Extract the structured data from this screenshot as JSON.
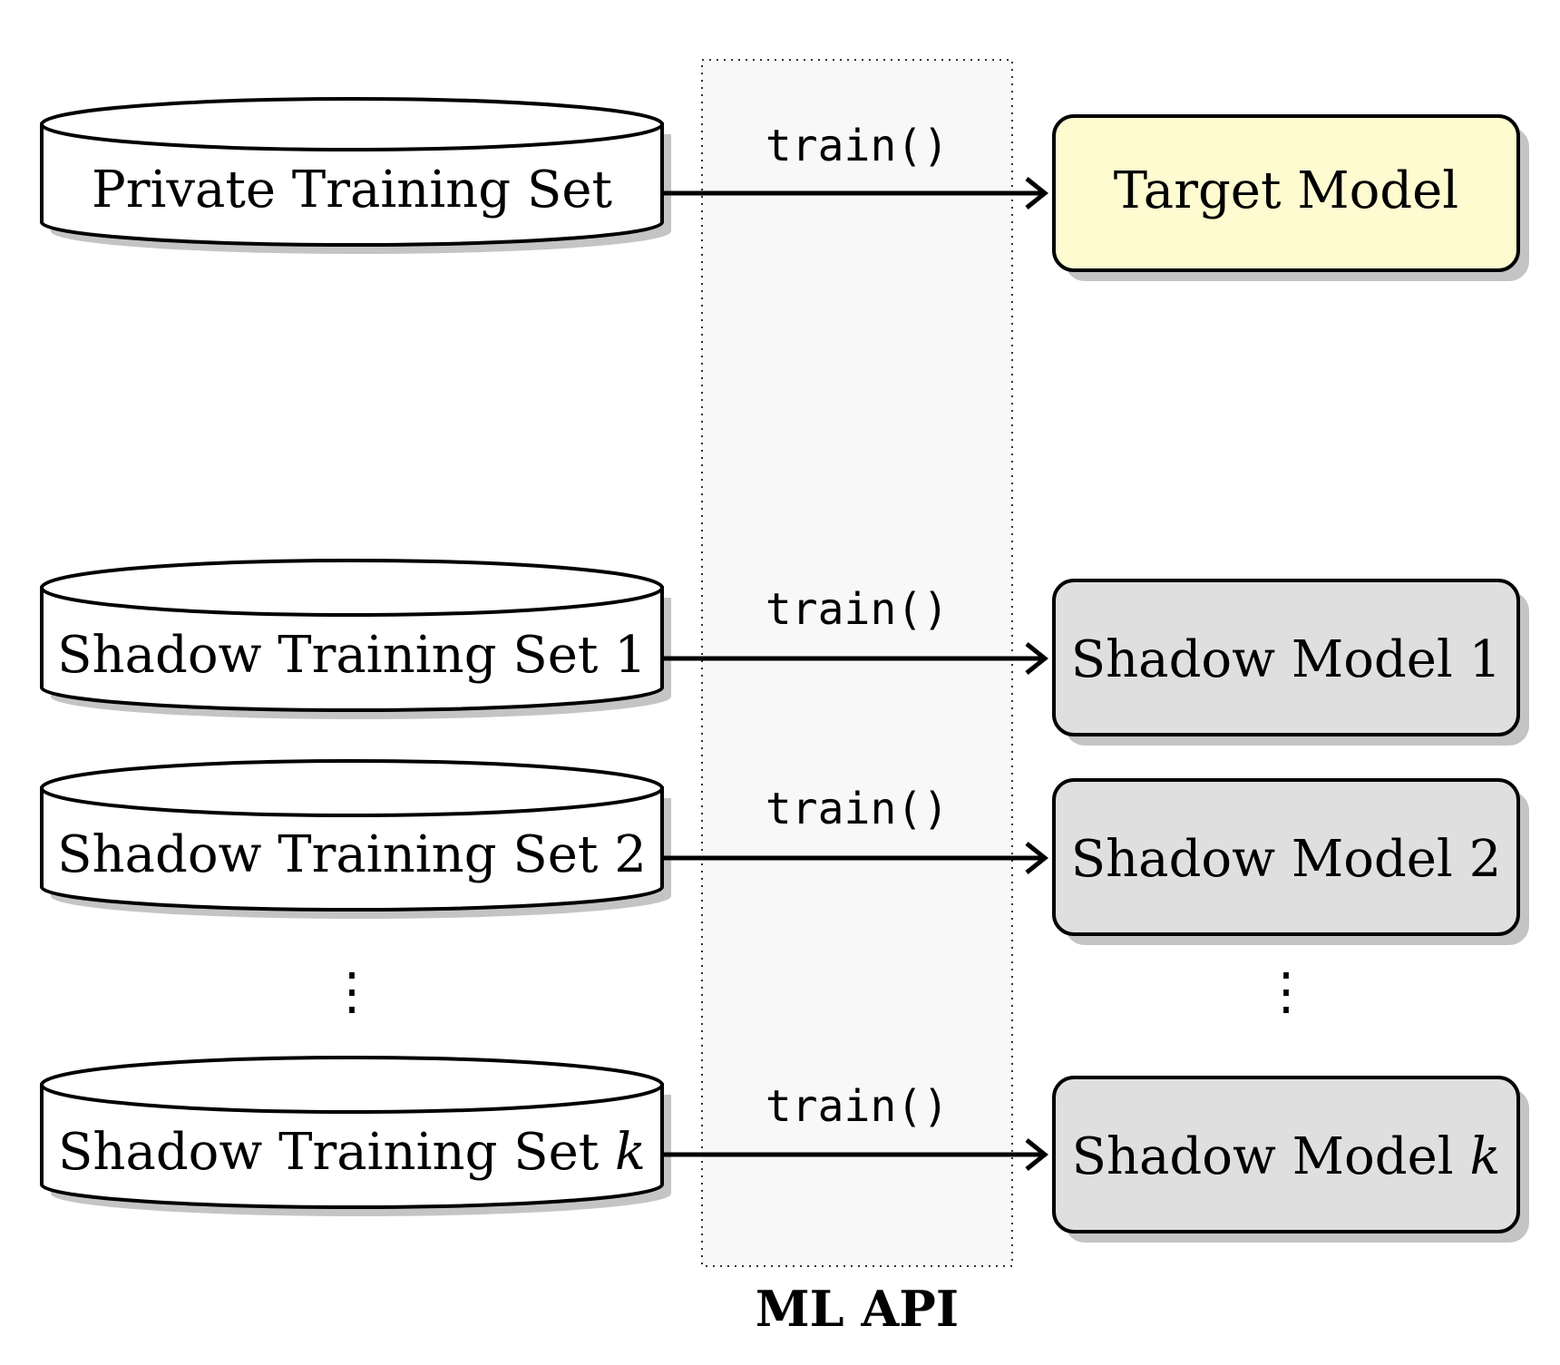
{
  "api_box": {
    "label": "ML API"
  },
  "target_row": {
    "dataset_label": "Private Training Set",
    "call_label": "train()",
    "model_label": "Target Model"
  },
  "shadow_rows": [
    {
      "dataset_label": "Shadow Training Set 1",
      "call_label": "train()",
      "model_label": "Shadow Model 1"
    },
    {
      "dataset_label": "Shadow Training Set 2",
      "call_label": "train()",
      "model_label": "Shadow Model 2"
    },
    {
      "dataset_label": "Shadow Training Set k",
      "call_label": "train()",
      "model_label": "Shadow Model k"
    }
  ],
  "ellipsis": "⋮",
  "colors": {
    "target_model_fill": "#fefbd0",
    "shadow_model_fill": "#dfdfdf",
    "api_box_fill": "#f8f8f8",
    "shadow_drop": "#c4c4c4",
    "stroke": "#000000"
  }
}
